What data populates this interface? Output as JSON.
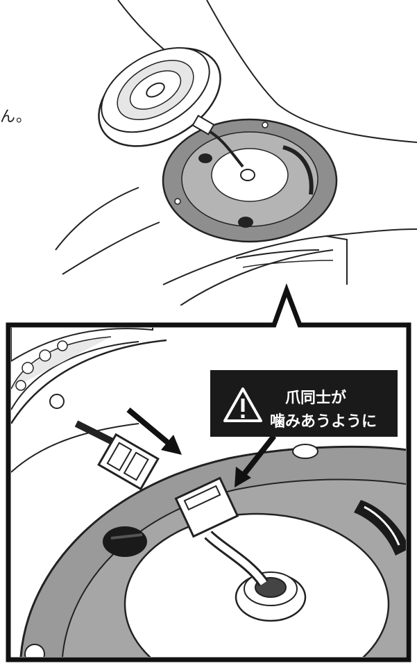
{
  "caption_fragment": "ん。",
  "callout": {
    "icon": "warning-triangle-icon",
    "line1": "爪同士が",
    "line2": "噛みあうように"
  },
  "colors": {
    "ink": "#1a1a1a",
    "flange_fill": "#9a9a9a",
    "plate_fill": "#ffffff"
  }
}
